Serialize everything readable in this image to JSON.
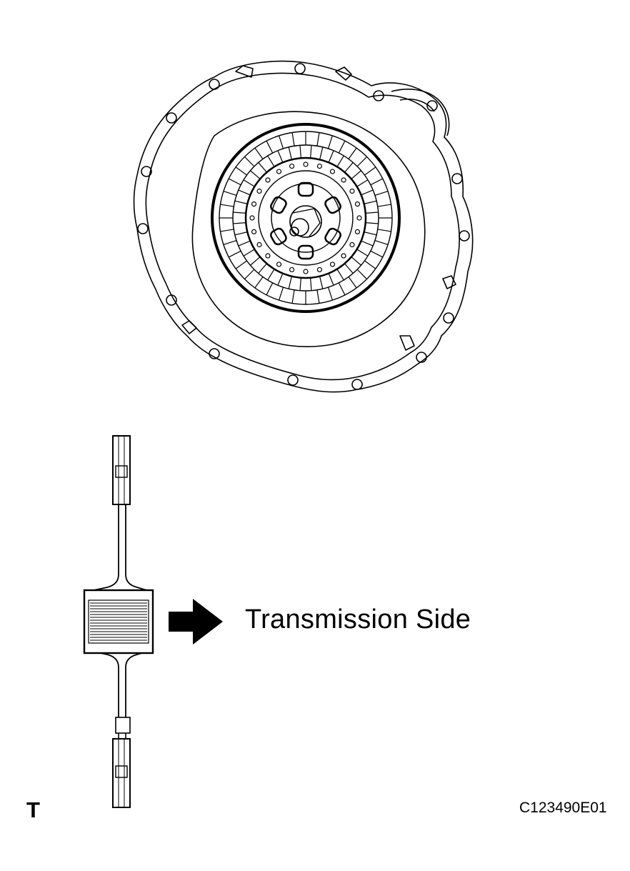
{
  "figure": {
    "callout_label": "Transmission Side",
    "corner_mark": "T",
    "figure_code": "C123490E01"
  },
  "icons": {
    "arrow": "direction-arrow-right",
    "disc": "clutch-disc",
    "housing": "transaxle-housing"
  }
}
